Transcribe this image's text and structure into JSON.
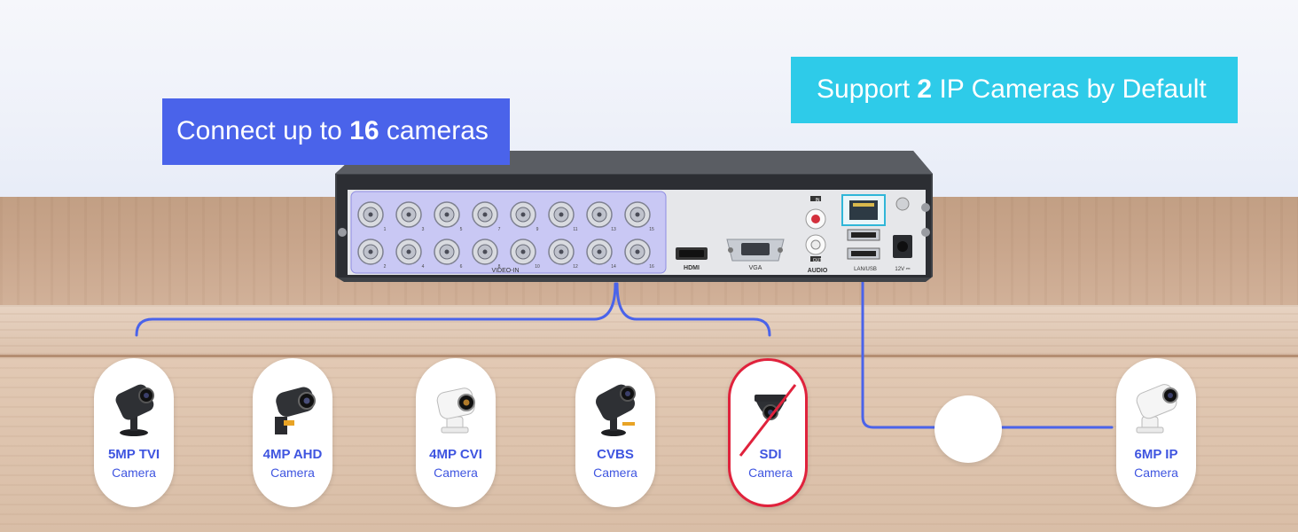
{
  "callouts": {
    "left": {
      "prefix": "Connect up to ",
      "bold": "16",
      "suffix": " cameras"
    },
    "right": {
      "prefix": "Support ",
      "bold": "2",
      "suffix": " IP Cameras by Default"
    }
  },
  "dvr": {
    "labels": {
      "video_in": "VIDEO-IN",
      "hdmi": "HDMI",
      "vga": "VGA",
      "audio": "AUDIO",
      "audio_in": "IN",
      "audio_out": "OUT",
      "lan_usb": "LAN/USB",
      "power": "12V ⎓"
    },
    "bnc_numbers": [
      "1",
      "3",
      "5",
      "7",
      "9",
      "11",
      "13",
      "15",
      "2",
      "4",
      "6",
      "8",
      "10",
      "12",
      "14",
      "16"
    ]
  },
  "cameras": [
    {
      "name": "5MP TVI",
      "label": "Camera",
      "supported": true,
      "icon": "bullet-camera-icon"
    },
    {
      "name": "4MP AHD",
      "label": "Camera",
      "supported": true,
      "icon": "bullet-camera-icon"
    },
    {
      "name": "4MP CVI",
      "label": "Camera",
      "supported": true,
      "icon": "bullet-camera-icon"
    },
    {
      "name": "CVBS",
      "label": "Camera",
      "supported": true,
      "icon": "bullet-camera-icon"
    },
    {
      "name": "SDI",
      "label": "Camera",
      "supported": false,
      "icon": "dome-camera-icon"
    },
    {
      "name": "6MP IP",
      "label": "Camera",
      "supported": true,
      "icon": "bullet-camera-icon"
    }
  ],
  "router": {
    "icon": "router-icon"
  },
  "colors": {
    "accent_blue": "#4a63ea",
    "accent_cyan": "#2ecbe9",
    "unsupported_red": "#e0223c",
    "connector_line": "#4a63ea"
  }
}
